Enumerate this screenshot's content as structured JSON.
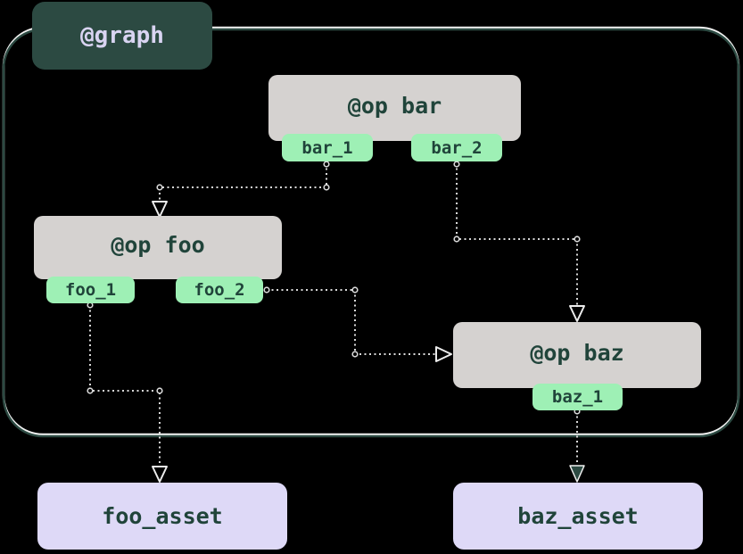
{
  "diagram": {
    "type": "dag",
    "graph": {
      "label": "@graph"
    },
    "ops": [
      {
        "name": "bar",
        "label": "@op bar",
        "outputs": [
          "bar_1",
          "bar_2"
        ]
      },
      {
        "name": "foo",
        "label": "@op foo",
        "outputs": [
          "foo_1",
          "foo_2"
        ]
      },
      {
        "name": "baz",
        "label": "@op baz",
        "outputs": [
          "baz_1"
        ]
      }
    ],
    "assets": [
      {
        "name": "foo_asset",
        "label": "foo_asset"
      },
      {
        "name": "baz_asset",
        "label": "baz_asset"
      }
    ],
    "edges": [
      {
        "from": "bar.bar_1",
        "to": "foo",
        "arrowhead": "hollow"
      },
      {
        "from": "bar.bar_2",
        "to": "baz",
        "arrowhead": "hollow"
      },
      {
        "from": "foo.foo_2",
        "to": "baz",
        "arrowhead": "hollow"
      },
      {
        "from": "foo.foo_1",
        "to": "foo_asset",
        "arrowhead": "hollow"
      },
      {
        "from": "baz.baz_1",
        "to": "baz_asset",
        "arrowhead": "filled"
      }
    ],
    "colors": {
      "background": "#000000",
      "graph_badge_fill": "#2c4a42",
      "graph_badge_text": "#d9d4f2",
      "graph_border_dark": "#2c4a42",
      "graph_border_light": "#f2f2f2",
      "op_fill": "#d5d2d0",
      "op_text": "#20443a",
      "output_tag_fill": "#9ef0b5",
      "asset_fill": "#ded9f7",
      "edge_dotted": "#d9d9d9"
    }
  }
}
